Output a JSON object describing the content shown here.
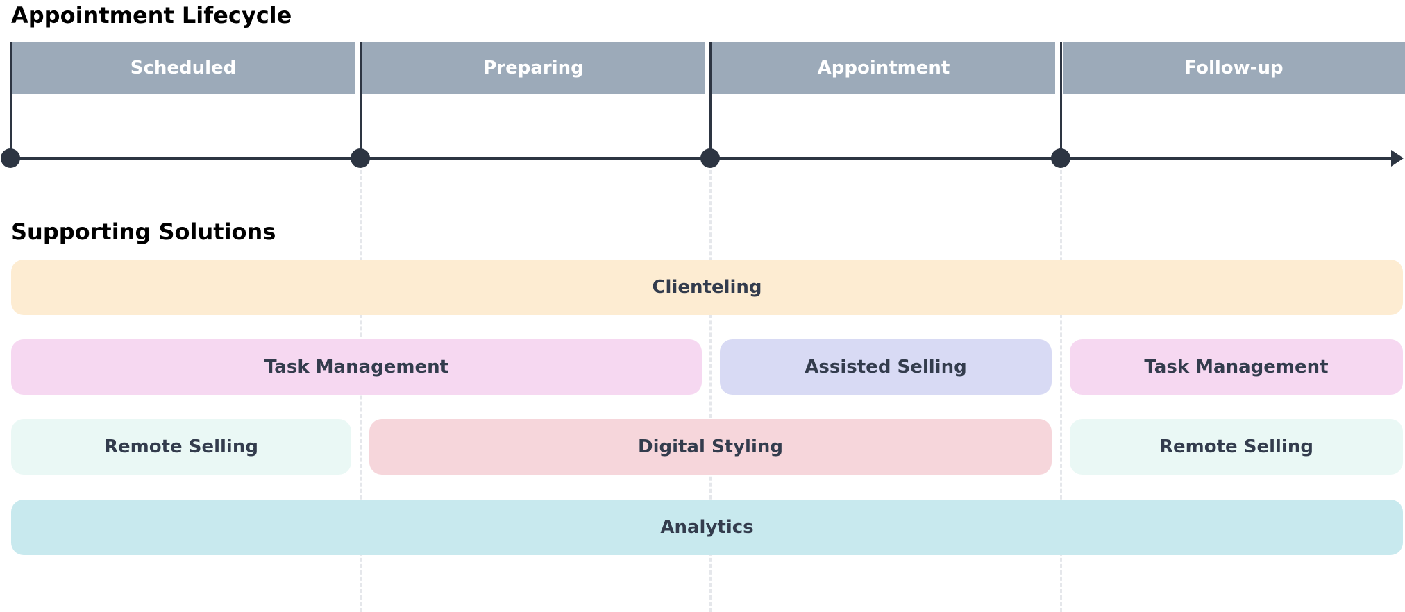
{
  "lifecycle": {
    "title": "Appointment Lifecycle",
    "stages": [
      "Scheduled",
      "Preparing",
      "Appointment",
      "Follow-up"
    ]
  },
  "solutions": {
    "title": "Supporting Solutions",
    "bars": [
      {
        "label": "Clienteling",
        "color": "#fdecd2"
      },
      {
        "label": "Task Management",
        "color": "#f6d8f1"
      },
      {
        "label": "Assisted Selling",
        "color": "#d8daf4"
      },
      {
        "label": "Task Management",
        "color": "#f6d8f1"
      },
      {
        "label": "Remote Selling",
        "color": "#eaf8f5"
      },
      {
        "label": "Digital Styling",
        "color": "#f6d6db"
      },
      {
        "label": "Remote Selling",
        "color": "#eaf8f5"
      },
      {
        "label": "Analytics",
        "color": "#c8e9ee"
      }
    ]
  },
  "colors": {
    "stage_header": "#9caab9",
    "axis": "#2d3542"
  }
}
